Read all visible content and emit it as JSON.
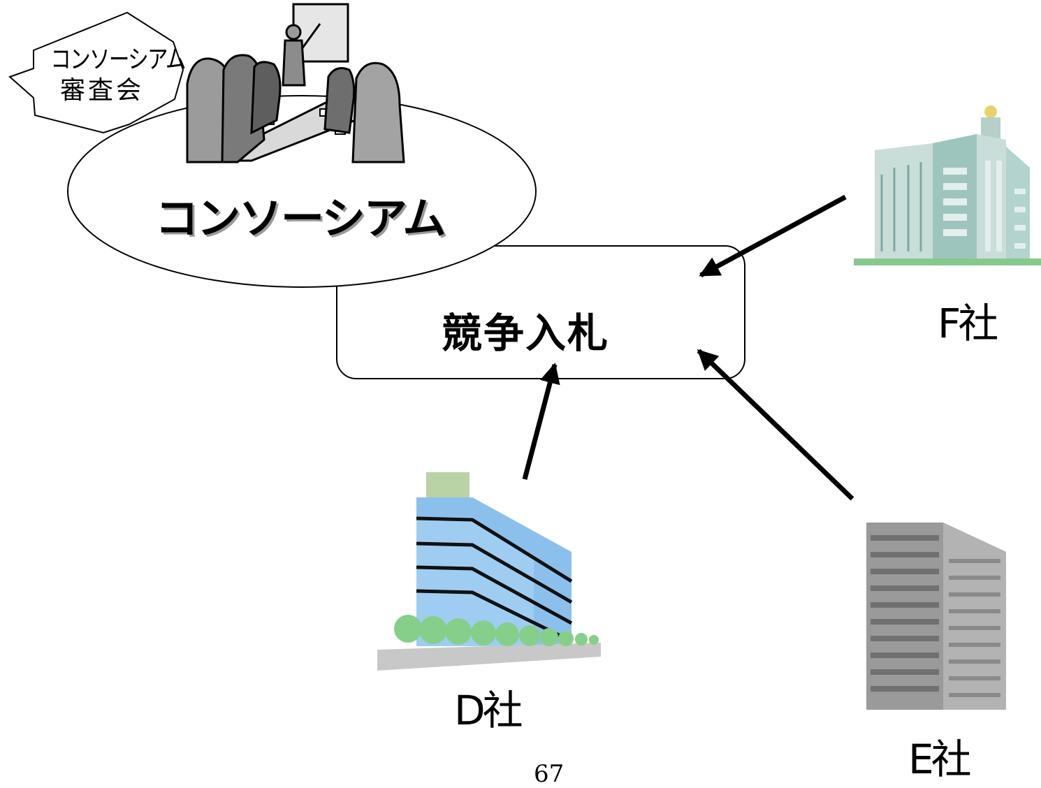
{
  "callout": {
    "line1": "コンソーシアム",
    "line2": "審査会"
  },
  "consortium": {
    "label": "コンソーシアム"
  },
  "bidding": {
    "label": "競争入札"
  },
  "companies": {
    "d": "D社",
    "e": "E社",
    "f": "F社"
  },
  "page_number": "67",
  "icons": {
    "meeting": "meeting-clipart-icon",
    "building_d": "office-building-blue-icon",
    "building_e": "office-building-gray-icon",
    "building_f": "office-building-green-icon"
  },
  "colors": {
    "line": "#000000",
    "meeting_gray": "#8c8c8c",
    "building_blue": "#8fc4ee",
    "building_gray": "#9a9a9a",
    "building_green": "#a6ccc6",
    "tree_green": "#88cc88"
  }
}
